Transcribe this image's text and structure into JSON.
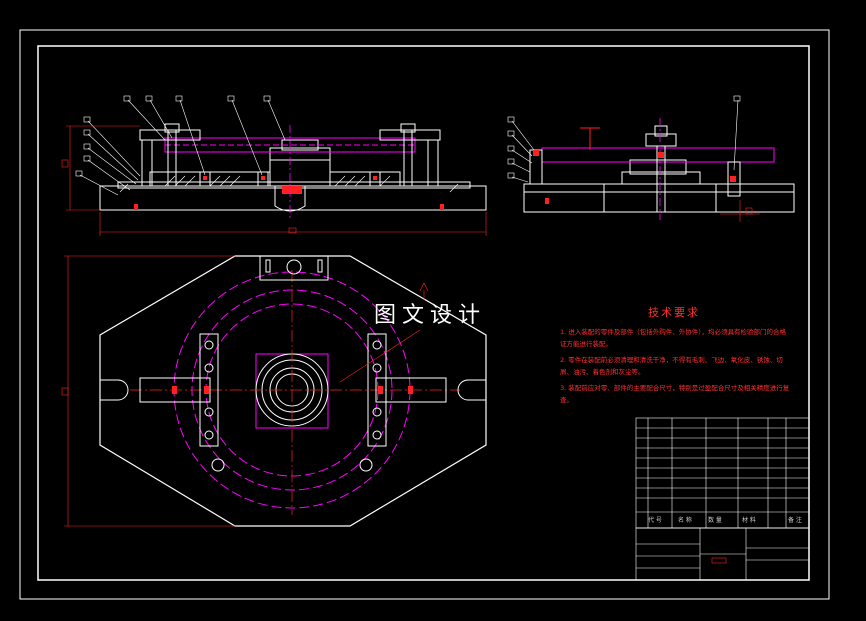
{
  "watermark": "图文设计",
  "technical_requirements": {
    "title": "技术要求",
    "items": [
      "1. 进入装配的零件及部件（包括外购件、外协件），均必须具有检验部门的合格证方能进行装配。",
      "2. 零件在装配前必须清理和清洗干净，不得有毛刺、飞边、氧化皮、锈蚀、切屑、油污、着色剂和灰尘等。",
      "3. 装配前应对零、部件的主要配合尺寸，特别是过盈配合尺寸及相关精度进行复查。"
    ]
  },
  "bom_header": {
    "code": "代 号",
    "name": "名 称",
    "qty": "数 量",
    "material": "材 料",
    "note": "备 注"
  },
  "colors": {
    "background": "#000000",
    "line": "#ffffff",
    "dimension": "#ff2020",
    "centerline": "#ff00ff"
  }
}
